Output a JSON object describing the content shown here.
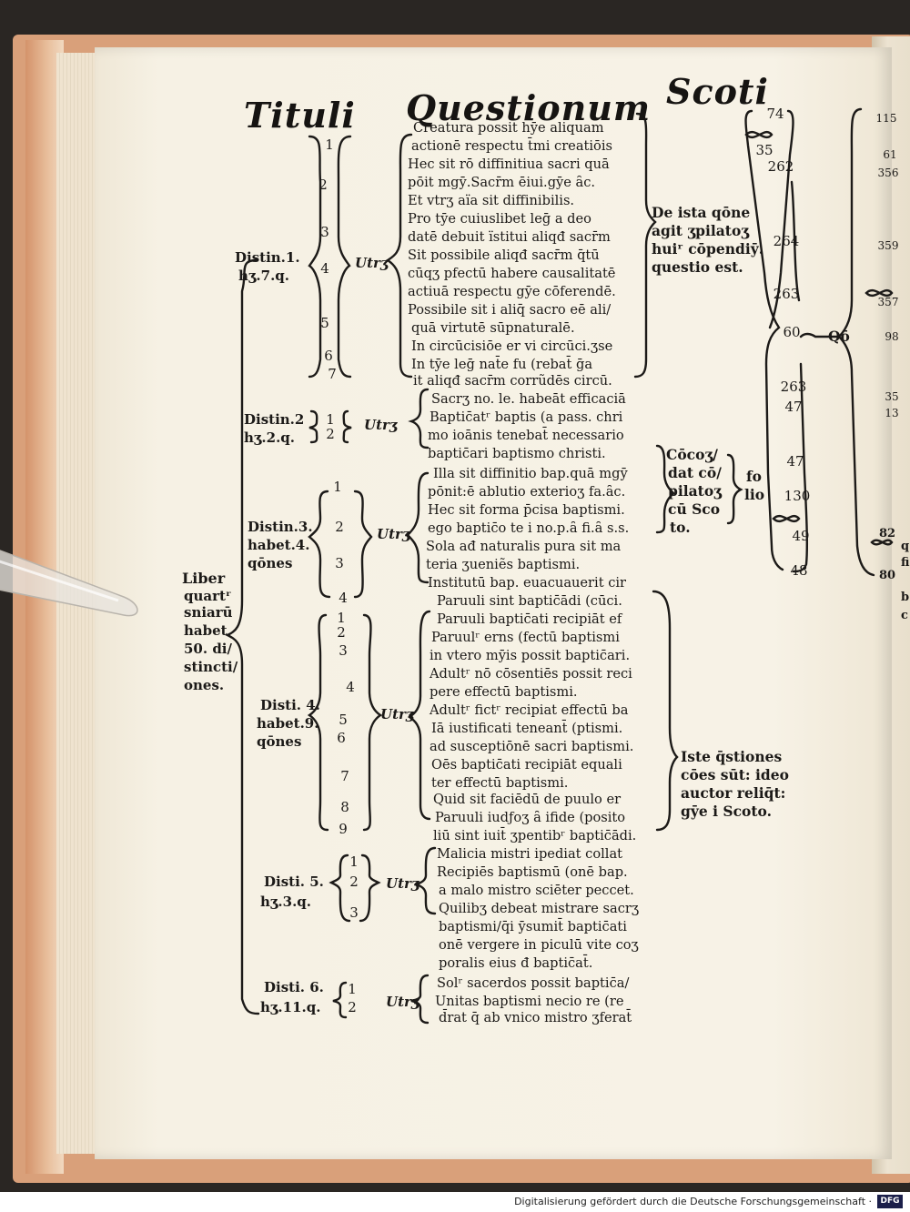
{
  "header": {
    "w1": "Tituli",
    "w2": "Questionum",
    "w3": "Scoti"
  },
  "liber": [
    "Liber",
    "quartʳ",
    "sniarū",
    "habet",
    "50. di/",
    "stincti/",
    "ones."
  ],
  "distinctions": [
    {
      "l1": "Distin.1.",
      "l2": "hʒ.7.q."
    },
    {
      "l1": "Distin.2",
      "l2": "hʒ.2.q."
    },
    {
      "l1": "Distin.3.",
      "l2": "habet.4.",
      "l3": "qōnes"
    },
    {
      "l1": "Disti. 4.",
      "l2": "habet.9.",
      "l3": "qōnes"
    },
    {
      "l1": "Disti. 5.",
      "l2": "hʒ.3.q."
    },
    {
      "l1": "Disti. 6.",
      "l2": "hʒ.11.q."
    }
  ],
  "utrum_label": "Utrʒ",
  "numbers": {
    "d1": [
      "1",
      "2",
      "3",
      "4",
      "5",
      "6",
      "7"
    ],
    "d2": [
      "1",
      "2"
    ],
    "d3": [
      "1",
      "2",
      "3",
      "4"
    ],
    "d4": [
      "1",
      "2",
      "3",
      "4",
      "5",
      "6",
      "7",
      "8",
      "9"
    ],
    "d5": [
      "1",
      "2",
      "3"
    ],
    "d6": [
      "1",
      "2"
    ]
  },
  "questions": [
    "Creatura possit hȳe aliquam",
    "actionē respectu t̄mi creatiōis",
    "Hec sit rō diffinitiua sacri quā",
    "pōit mgȳ.Sacr̄m ēiui.gȳe ȃc.",
    "Et vtrʒ aïa sit diffinibilis.",
    "Pro tȳe cuiuslibet leḡ a deo",
    "datē debuit ïstitui aliqđ sacr̄m",
    "Sit possibile aliqđ sacr̄m q̄tū",
    "cūqʒ pfectū habere causalitatē",
    "actiuā respectu gȳe cōferendē.",
    "Possibile sit i aliq̄ sacro eē ali/",
    "quā virtutē sūpnaturalē.",
    "In circūcisiōe er vi circūci.ʒse",
    "In tȳe leḡ nat̄e fu (rebat̄ ḡa",
    "it aliqđ sacr̄m corrũdēs circū.",
    "Sacrʒ no. le. habeāt efficaciā",
    "Baptic̄atʳ baptis (a pass. chri",
    "mo ioānis tenebat̄ necessario",
    "baptic̄ari baptismo christi.",
    "Illa sit diffinitio bap.quā mgȳ",
    "pōnit:ē ablutio exterioʒ fa.ȃc.",
    "Hec sit forma p̄cisa baptismi.",
    "ego baptic̄o te i no.p.ȃ fi.ȃ s.s.",
    "Sola ađ naturalis pura sit ma",
    "teria ʒueniẽs baptismi.",
    "Institutū bap. euacuauerit cir",
    "Paruuli sint baptic̄ādi (cūci.",
    "Paruuli baptic̄ati recipiāt ef",
    "Paruulʳ erns (fectū baptismi",
    "in vtero mȳis possit baptic̄ari.",
    "Adultʳ nō cōsentiēs possit reci",
    "pere effectū baptismi.",
    "Adultʳ fictʳ recipiat effectū ba",
    "Iā iustificati teneant̄ (ptismi.",
    "ad susceptiōnē sacri baptismi.",
    "Oēs baptic̄ati recipiāt equali",
    "ter effectū baptismi.",
    "Quid sit faciēdū de puulo er",
    "Paruuli iudƒoʒ ȃ ifide (posito",
    "liū sint iuit̄ ʒpentibʳ baptic̄ādi.",
    "Malicia mistri ipediat collat",
    "Recipiēs baptismū (onē bap.",
    "a malo mistro sciēter peccet.",
    "Quilibʒ debeat mistrare sacrʒ",
    "baptismi/q̄i ȳsumit̄ baptic̄ati",
    "onē vergere in piculū vite coʒ",
    "poralis eius đ baptic̄at̄.",
    "Solʳ sacerdos possit baptic̄a/",
    "Unitas baptismi necio re (re",
    "d̄rat q̄ ab vnico mistro ʒferat̄"
  ],
  "notes": {
    "compilator": [
      "De ista qōne",
      "agit ʒpilatoʒ",
      "huiʳ cōpendiȳ.",
      "questio est."
    ],
    "concordat": [
      "Cōcoʒ/",
      "dat cō/",
      "pilatoʒ",
      "cū Sco",
      "to."
    ],
    "folio": [
      "fo",
      "lio"
    ],
    "communes": [
      "Iste q̄stiones",
      "cōes sūt: ideo",
      "auctor reliq̄t:",
      "gȳe i Scoto."
    ]
  },
  "right_col": {
    "a": [
      "74",
      "35",
      "262",
      "264",
      "263",
      "60",
      "263",
      "47",
      "47",
      "130",
      "49",
      "48"
    ],
    "b": [
      "115",
      "61",
      "356",
      "359",
      "357",
      "98",
      "35",
      "13"
    ],
    "qone": "Qō"
  },
  "right_frag": [
    "82",
    "80",
    "q",
    "fi",
    "b",
    "c"
  ],
  "footer": {
    "text": "Digitalisierung gefördert durch die Deutsche Forschungsgemeinschaft ·",
    "logo": "DFG"
  }
}
